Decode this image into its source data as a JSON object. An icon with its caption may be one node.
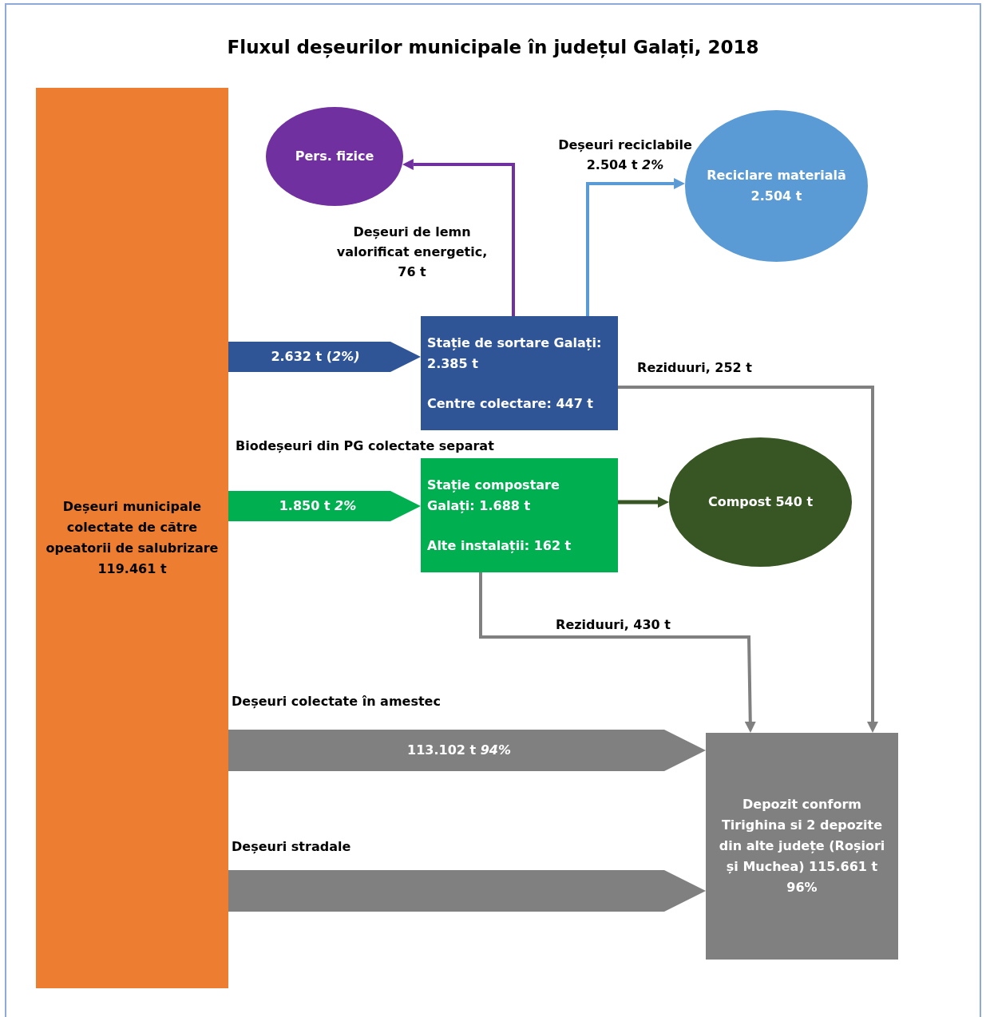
{
  "diagram": {
    "title": "Fluxul deșeurilor municipale în județul Galați, 2018",
    "nodes": [
      {
        "text": [
          "Deșeuri municipale colectate de către opeatorii de salubrizare 119.461 t"
        ]
      },
      {
        "text": [
          "Pers. fizice"
        ]
      },
      {
        "text": [
          "Reciclare materială 2.504 t"
        ]
      },
      {
        "text": [
          "Stație de sortare Galați: 2.385 t",
          "Centre colectare: 447 t"
        ]
      },
      {
        "text": [
          "Stație compostare Galați: 1.688 t",
          "Alte instalații: 162 t"
        ]
      },
      {
        "text": [
          "Compost 540 t"
        ]
      },
      {
        "text": [
          "Depozit conform Tirighina si 2 depozite din alte județe (Roșiori și Muchea) 115.661 t 96%"
        ]
      }
    ],
    "edges": [
      {
        "from": 0,
        "to": 3,
        "arrow": "to",
        "label": "2.632 t (*2%)*",
        "style": "thick",
        "color": "#2f5597"
      },
      {
        "from": 0,
        "to": 4,
        "arrow": "to",
        "label": "1.850 t *2%*",
        "style": "thick",
        "color": "#00b050"
      },
      {
        "from": 0,
        "to": 6,
        "arrow": "to",
        "label": "113.102 t *94%*",
        "style": "thick"
      },
      {
        "from": 0,
        "to": 6,
        "arrow": "to",
        "style": "thick"
      },
      {
        "from": 3,
        "to": 1,
        "arrow": "to",
        "label": "Deșeuri de lemn valorificat energetic, 76 t",
        "color": "#7030a0"
      },
      {
        "from": 3,
        "to": 2,
        "arrow": "to",
        "label": "Deșeuri reciclabile 2.504 t *2%*",
        "color": "#5b9bd5"
      },
      {
        "from": 3,
        "to": 6,
        "arrow": "to",
        "label": "Reziduuri, 252 t"
      },
      {
        "from": 4,
        "to": 5,
        "arrow": "to",
        "color": "#375623"
      },
      {
        "from": 4,
        "to": 6,
        "arrow": "to",
        "label": "Reziduuri, 430 t"
      }
    ],
    "labels": [
      "Biodeșeuri din PG colectate separat",
      "Deșeuri colectate în amestec",
      "Deșeuri stradale"
    ]
  }
}
